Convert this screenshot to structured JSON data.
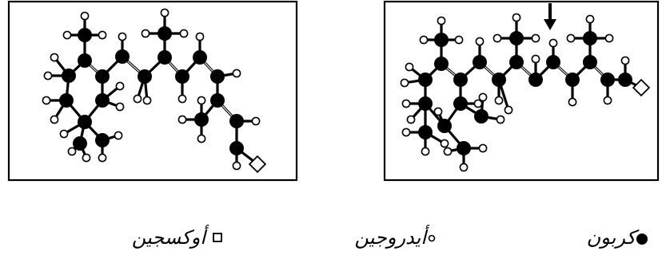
{
  "legend": {
    "oxygen": {
      "label": "أوكسجين",
      "symbol": "square-open-icon"
    },
    "hydrogen": {
      "label": "أيدروجين",
      "symbol": "circle-open-icon"
    },
    "carbon": {
      "label": "كربون",
      "symbol": "circle-filled-icon"
    }
  },
  "colors": {
    "ink": "#000000",
    "paper": "#ffffff"
  }
}
